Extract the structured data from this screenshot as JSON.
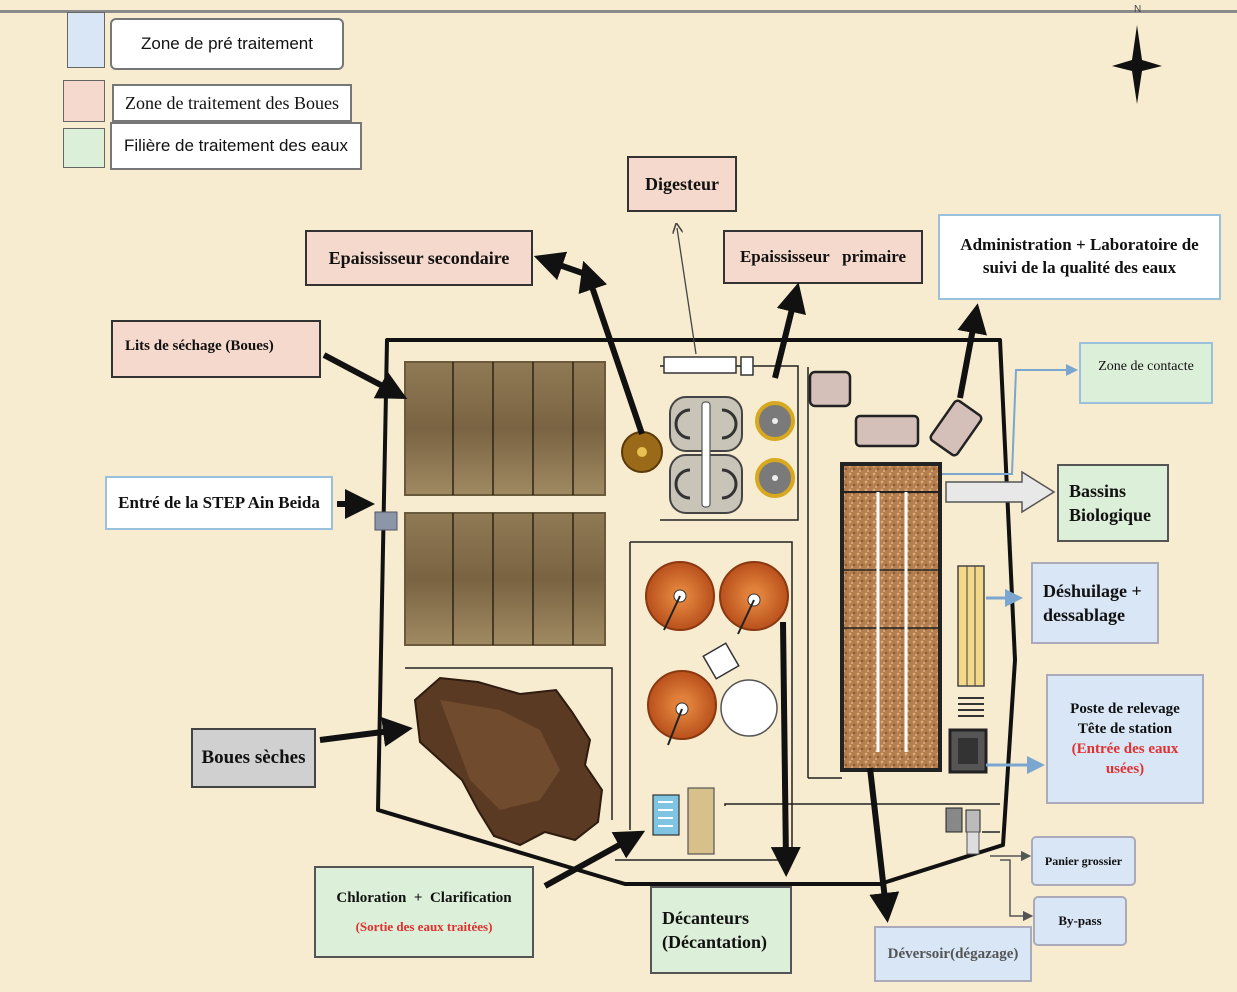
{
  "legend": {
    "pretreatment": {
      "label": "Zone de pré traitement",
      "color": "#d8e6f5"
    },
    "sludge": {
      "label": "Zone de traitement des Boues",
      "color": "#f5d9cc"
    },
    "water": {
      "label": "Filière de traitement des eaux",
      "color": "#dcefd8"
    }
  },
  "labels": {
    "digesteur": "Digesteur",
    "epaississeur_secondaire": "Epaississeur secondaire",
    "epaississeur_primaire": "Epaississeur   primaire",
    "administration_line1": "Administration + Laboratoire de",
    "administration_line2": "suivi de la qualité des eaux",
    "lits_sechage": "Lits de séchage (Boues)",
    "zone_contacte": "Zone de contacte",
    "entree_step": "Entré de la STEP Ain Beida",
    "bassins_line1": "Bassins",
    "bassins_line2": "Biologique",
    "deshuilage_line1": "Déshuilage +",
    "deshuilage_line2": "dessablage",
    "poste_line1": "Poste de relevage",
    "poste_line2": "Tête de station",
    "poste_line3": "(Entrée des eaux",
    "poste_line4": "usées)",
    "boues_seches": "Boues sèches",
    "panier": "Panier grossier",
    "bypass": "By-pass",
    "chloration_line1": "Chloration  +  Clarification",
    "chloration_line2": "(Sortie des eaux traitées)",
    "decanteurs_line1": "Décanteurs",
    "decanteurs_line2": "(Décantation)",
    "deversoir": "Déversoir(dégazage)"
  },
  "colors": {
    "background": "#f7ecd0",
    "red_text": "#e03030",
    "sludge_bed": "#8a7350",
    "clarifier": "#c85a20"
  }
}
